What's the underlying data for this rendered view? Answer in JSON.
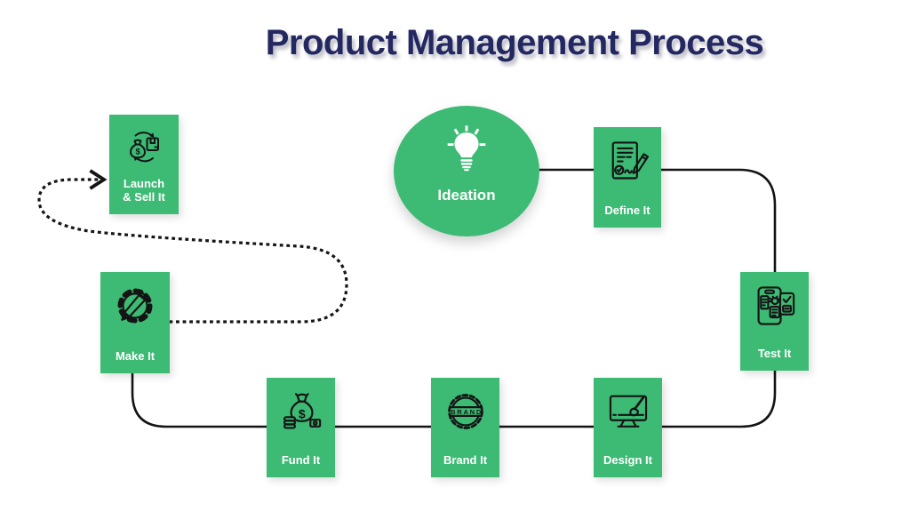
{
  "title": "Product Management Process",
  "colors": {
    "green": "#3dba74",
    "navy": "#242861",
    "line": "#141414"
  },
  "nodes": {
    "ideation": {
      "label": "Ideation",
      "icon": "lightbulb-icon"
    },
    "define": {
      "label": "Define It",
      "icon": "document-pen-icon"
    },
    "test": {
      "label": "Test It",
      "icon": "mobile-bug-check-icon"
    },
    "design": {
      "label": "Design It",
      "icon": "monitor-brush-icon"
    },
    "brand": {
      "label": "Brand It",
      "icon": "brand-badge-icon",
      "badge_text": "BRAND"
    },
    "fund": {
      "label": "Fund It",
      "icon": "money-bag-icon",
      "dollar": "$"
    },
    "make": {
      "label": "Make It",
      "icon": "gear-pencil-icon"
    },
    "launch": {
      "label_line1": "Launch",
      "label_line2": "& Sell It",
      "icon": "sell-exchange-icon",
      "dollar": "$"
    }
  },
  "flow_order": [
    "Ideation",
    "Define It",
    "Test It",
    "Design It",
    "Brand It",
    "Fund It",
    "Make It",
    "Launch & Sell It"
  ]
}
